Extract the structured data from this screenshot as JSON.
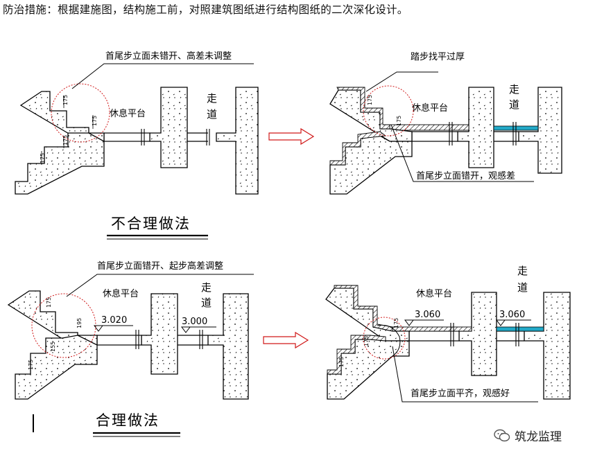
{
  "header": {
    "text": "防治措施：根据建施图，结构施工前，对照建筑图纸进行结构图纸的二次深化设计。"
  },
  "panels": {
    "top_left": {
      "callout": "首尾步立面未错开、高差未调整",
      "landing": "休息平台",
      "corridor_1": "走",
      "corridor_2": "道",
      "dims": [
        "175",
        "175",
        "175",
        "175"
      ]
    },
    "top_right": {
      "callout_top": "踏步找平过厚",
      "callout_bottom": "首尾步立面错开，观感差",
      "landing": "休息平台",
      "corridor_1": "走",
      "corridor_2": "道",
      "dims": [
        "175",
        "175"
      ]
    },
    "bottom_left": {
      "callout": "首尾步立面错开、起步高差调整",
      "landing": "休息平台",
      "corridor_1": "走",
      "corridor_2": "道",
      "elev_1": "3.020",
      "elev_2": "3.000",
      "dims": [
        "175",
        "195",
        "155",
        "175"
      ]
    },
    "bottom_right": {
      "callout": "首尾步立面平齐，观感好",
      "landing": "休息平台",
      "corridor_1": "走",
      "corridor_2": "道",
      "elev_1": "3.060",
      "elev_2": "3.060",
      "dims": [
        "175",
        "175",
        "175"
      ]
    }
  },
  "labels": {
    "wrong": "不合理做法",
    "right": "合理做法"
  },
  "watermark": {
    "text": "筑龙监理",
    "icon": "wechat-icon"
  },
  "colors": {
    "accent_red": "#d01818",
    "arrow_fill": "#ffffff",
    "tile_cyan": "#22a9c8"
  }
}
